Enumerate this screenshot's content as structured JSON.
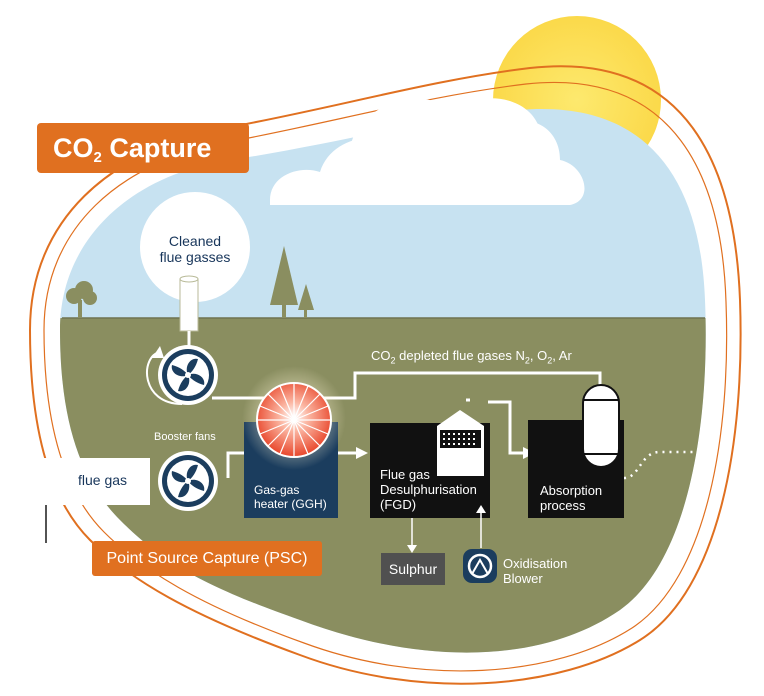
{
  "title": {
    "main": "CO",
    "sub": "2",
    "rest": " Capture"
  },
  "labels": {
    "cleaned_line1": "Cleaned",
    "cleaned_line2": "flue gasses",
    "depleted_pre": "CO",
    "depleted_sub1": "2",
    "depleted_mid": " depleted flue gases N",
    "depleted_sub2": "2",
    "depleted_mid2": ", O",
    "depleted_sub3": "2",
    "depleted_end": ", Ar",
    "booster_fans": "Booster fans",
    "flue_gas": "flue gas",
    "ggh_line1": "Gas-gas",
    "ggh_line2": "heater (GGH)",
    "fgd_line1": "Flue gas",
    "fgd_line2": "Desulphurisation",
    "fgd_line3": "(FGD)",
    "absorption_line1": "Absorption",
    "absorption_line2": "process",
    "sulphur": "Sulphur",
    "oxid_line1": "Oxidisation",
    "oxid_line2": "Blower",
    "psc": "Point Source Capture (PSC)"
  },
  "colors": {
    "orange": "#e07020",
    "ground": "#8a8e60",
    "sky": "#c7e2f1",
    "sun": "#fde36c",
    "navy": "#17355a",
    "box_dark": "#111111",
    "ggh_teal": "#1b3d5e"
  },
  "icons": [
    "fan-icon",
    "heater-icon",
    "tree-icon",
    "sun-icon",
    "cloud-icon",
    "blower-icon",
    "absorber-tower-icon",
    "fgd-unit-icon"
  ]
}
